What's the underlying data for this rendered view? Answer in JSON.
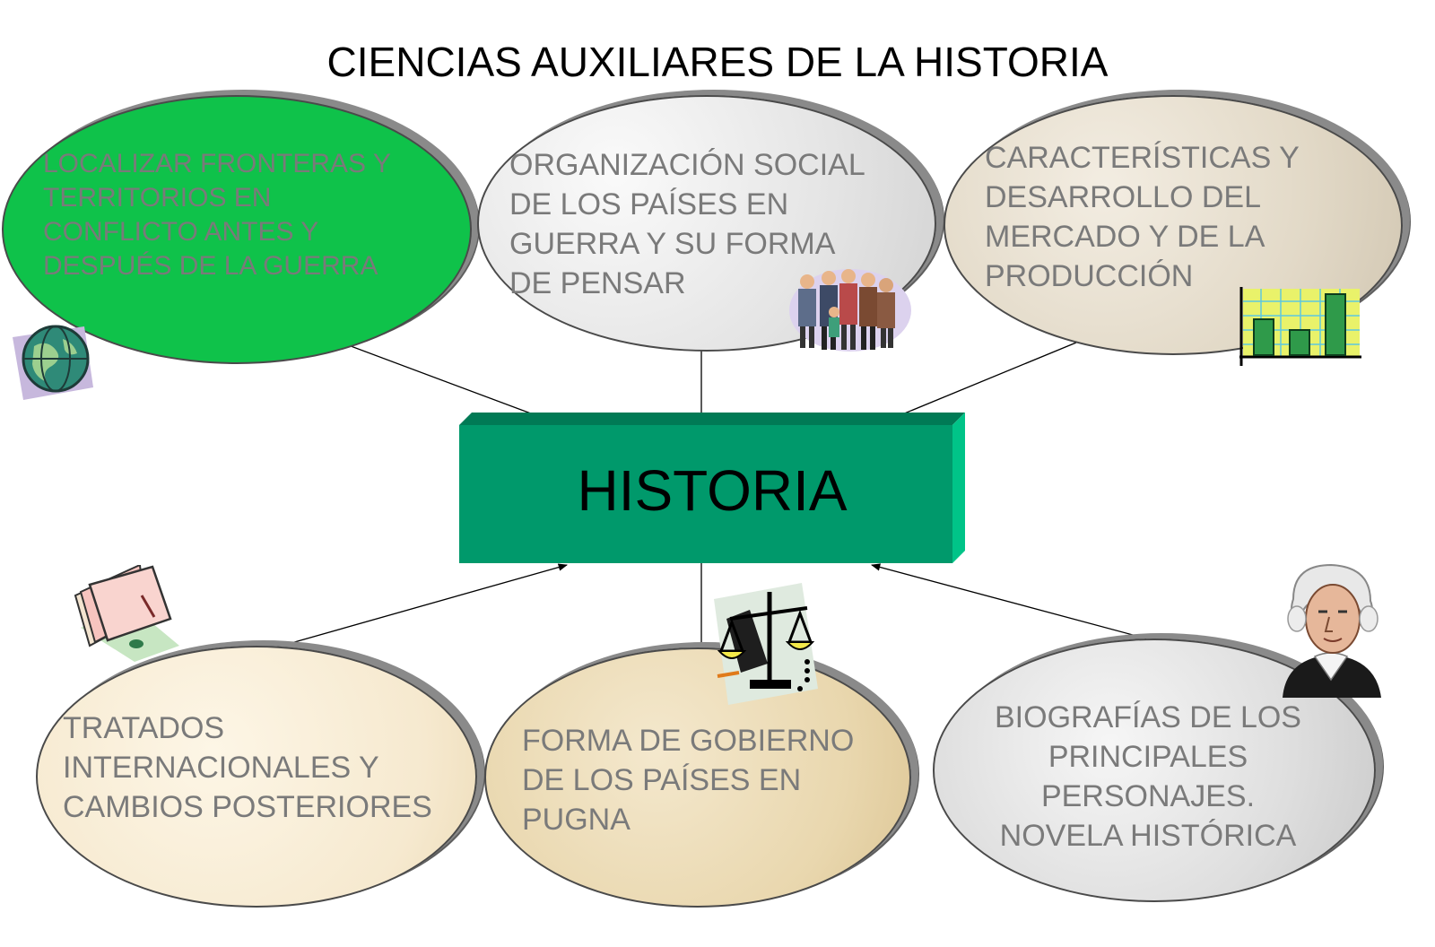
{
  "title": "CIENCIAS AUXILIARES DE LA HISTORIA",
  "center": {
    "label": "HISTORIA",
    "color": "#00996b"
  },
  "nodes": [
    {
      "id": "e1",
      "lines": [
        "LOCALIZAR FRONTERAS Y",
        "TERRITORIOS EN",
        "CONFLICTO ANTES Y",
        "DESPUÉS DE LA GUERRA"
      ],
      "icon": "globe-icon"
    },
    {
      "id": "e2",
      "lines": [
        "ORGANIZACIÓN SOCIAL",
        "DE LOS PAÍSES EN",
        "GUERRA Y SU FORMA",
        "DE PENSAR"
      ],
      "icon": "people-group-icon"
    },
    {
      "id": "e3",
      "lines": [
        "CARACTERÍSTICAS Y",
        "DESARROLLO DEL",
        "MERCADO Y DE LA",
        "PRODUCCIÓN"
      ],
      "icon": "bar-chart-icon"
    },
    {
      "id": "e4",
      "lines": [
        "TRATADOS",
        "INTERNACIONALES Y",
        "CAMBIOS POSTERIORES"
      ],
      "icon": "document-folder-icon"
    },
    {
      "id": "e5",
      "lines": [
        "FORMA DE GOBIERNO",
        "DE LOS PAÍSES EN",
        "PUGNA"
      ],
      "icon": "scales-of-justice-icon"
    },
    {
      "id": "e6",
      "lines": [
        "BIOGRAFÍAS DE LOS",
        "PRINCIPALES",
        "PERSONAJES.",
        "NOVELA HISTÓRICA"
      ],
      "icon": "portrait-icon"
    }
  ]
}
